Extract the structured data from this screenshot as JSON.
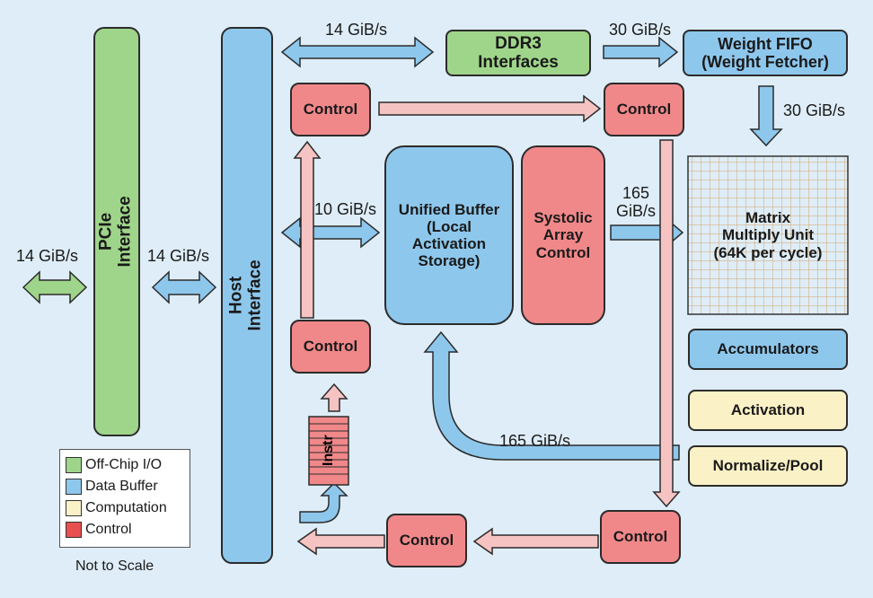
{
  "blocks": {
    "pcie": "PCIe\nInterface",
    "host": "Host\nInterface",
    "ddr3": "DDR3\nInterfaces",
    "weight_fifo": "Weight FIFO\n(Weight Fetcher)",
    "control_top_left": "Control",
    "control_top_right": "Control",
    "unified_buffer": "Unified Buffer\n(Local\nActivation\nStorage)",
    "systolic": "Systolic\nArray\nControl",
    "matrix": "Matrix\nMultiply Unit\n(64K per cycle)",
    "control_mid_left": "Control",
    "instr": "Instr",
    "accumulators": "Accumulators",
    "activation": "Activation",
    "normalize": "Normalize/Pool",
    "control_bottom_right": "Control",
    "control_bottom_mid": "Control"
  },
  "labels": {
    "bw_left_pcie": "14 GiB/s",
    "bw_pcie_host": "14 GiB/s",
    "bw_host_ddr3": "14 GiB/s",
    "bw_ddr3_fifo": "30 GiB/s",
    "bw_fifo_matrix": "30 GiB/s",
    "bw_host_ub": "10 GiB/s",
    "bw_systolic_matrix": "165\nGiB/s",
    "bw_return": "165 GiB/s"
  },
  "legend": {
    "items": [
      {
        "label": "Off-Chip I/O",
        "color": "#9fd58a"
      },
      {
        "label": "Data Buffer",
        "color": "#8ec7ec"
      },
      {
        "label": "Computation",
        "color": "#fbf1c6"
      },
      {
        "label": "Control",
        "color": "#e8504f"
      }
    ],
    "note": "Not to Scale"
  },
  "colors": {
    "background": "#deedf7",
    "off_chip": "#9fd58a",
    "data_buffer": "#8ec7ec",
    "control": "#f0888a",
    "computation": "#fbf1c6",
    "control_arrow": "#f6c3c3"
  }
}
